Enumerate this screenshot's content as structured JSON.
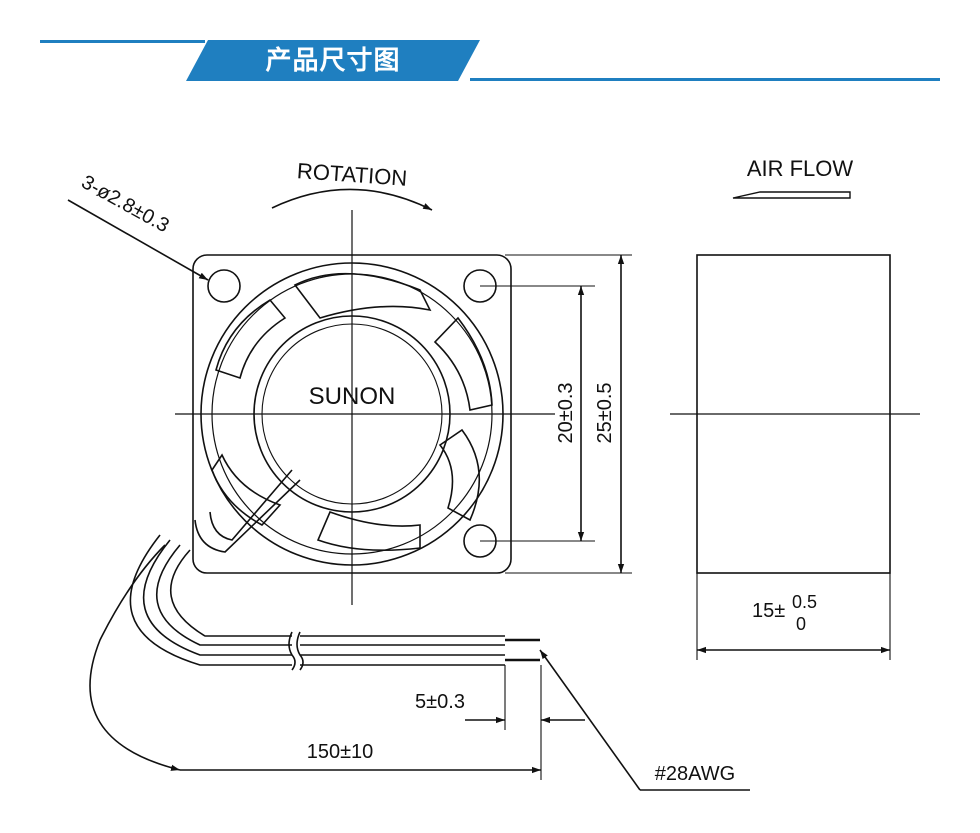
{
  "header": {
    "title": "产品尺寸图"
  },
  "labels": {
    "rotation": "ROTATION",
    "air_flow": "AIR FLOW",
    "holes": "3-ø2.8±0.3",
    "brand": "SUNON",
    "inner_pitch": "20±0.3",
    "outer_size": "25±0.5",
    "depth_main": "15±",
    "depth_upper": "0.5",
    "depth_lower": "0",
    "strip_length": "5±0.3",
    "cable_length": "150±10",
    "wire_gauge": "#28AWG"
  },
  "colors": {
    "accent": "#1f7fc0",
    "line": "#111111"
  }
}
